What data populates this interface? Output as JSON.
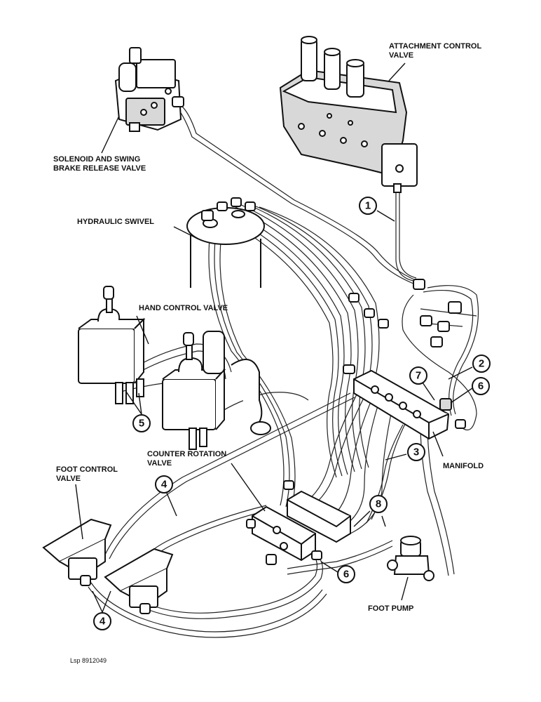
{
  "labels": {
    "attachment_control_valve_1": "ATTACHMENT CONTROL",
    "attachment_control_valve_2": "VALVE",
    "solenoid_valve_1": "SOLENOID AND SWING",
    "solenoid_valve_2": "BRAKE RELEASE VALVE",
    "hydraulic_swivel": "HYDRAULIC SWIVEL",
    "hand_control_valve": "HAND CONTROL VALVE",
    "counter_rotation_1": "COUNTER ROTATION",
    "counter_rotation_2": "VALVE",
    "foot_control_1": "FOOT CONTROL",
    "foot_control_2": "VALVE",
    "manifold": "MANIFOLD",
    "foot_pump": "FOOT PUMP",
    "reference": "Lsp 8912049"
  },
  "callouts": {
    "c1": "1",
    "c2": "2",
    "c3": "3",
    "c4a": "4",
    "c4b": "4",
    "c5": "5",
    "c6a": "6",
    "c6b": "6",
    "c7": "7",
    "c8": "8"
  }
}
